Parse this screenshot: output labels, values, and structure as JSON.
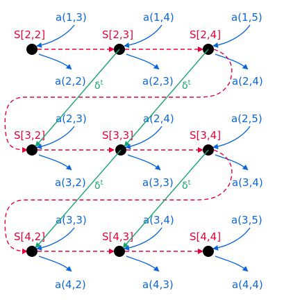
{
  "colors": {
    "state": "#e8003a",
    "io": "#0b66dd",
    "delta": "#1aa56e",
    "node": "#000000"
  },
  "rows": [
    {
      "states": [
        "S[2,2]",
        "S[2,3]",
        "S[2,4]"
      ],
      "inputs": [
        "a(1,3)",
        "a(1,4)",
        "a(1,5)"
      ],
      "outputs": [
        "a(2,2)",
        "a(2,3)",
        "a(2,4)"
      ]
    },
    {
      "states": [
        "S[3,2]",
        "S[3,3]",
        "S[3,4]"
      ],
      "inputs": [
        "a(2,3)",
        "a(2,4)",
        "a(2,5)"
      ],
      "outputs": [
        "a(3,2)",
        "a(3,3)",
        "a(3,4)"
      ]
    },
    {
      "states": [
        "S[4,2]",
        "S[4,3]",
        "S[4,4]"
      ],
      "inputs": [
        "a(3,3)",
        "a(3,4)",
        "a(3,5)"
      ],
      "outputs": [
        "a(4,2)",
        "a(4,3)",
        "a(4,4)"
      ]
    }
  ],
  "delta": {
    "symbol": "δ",
    "superscript": "t"
  }
}
